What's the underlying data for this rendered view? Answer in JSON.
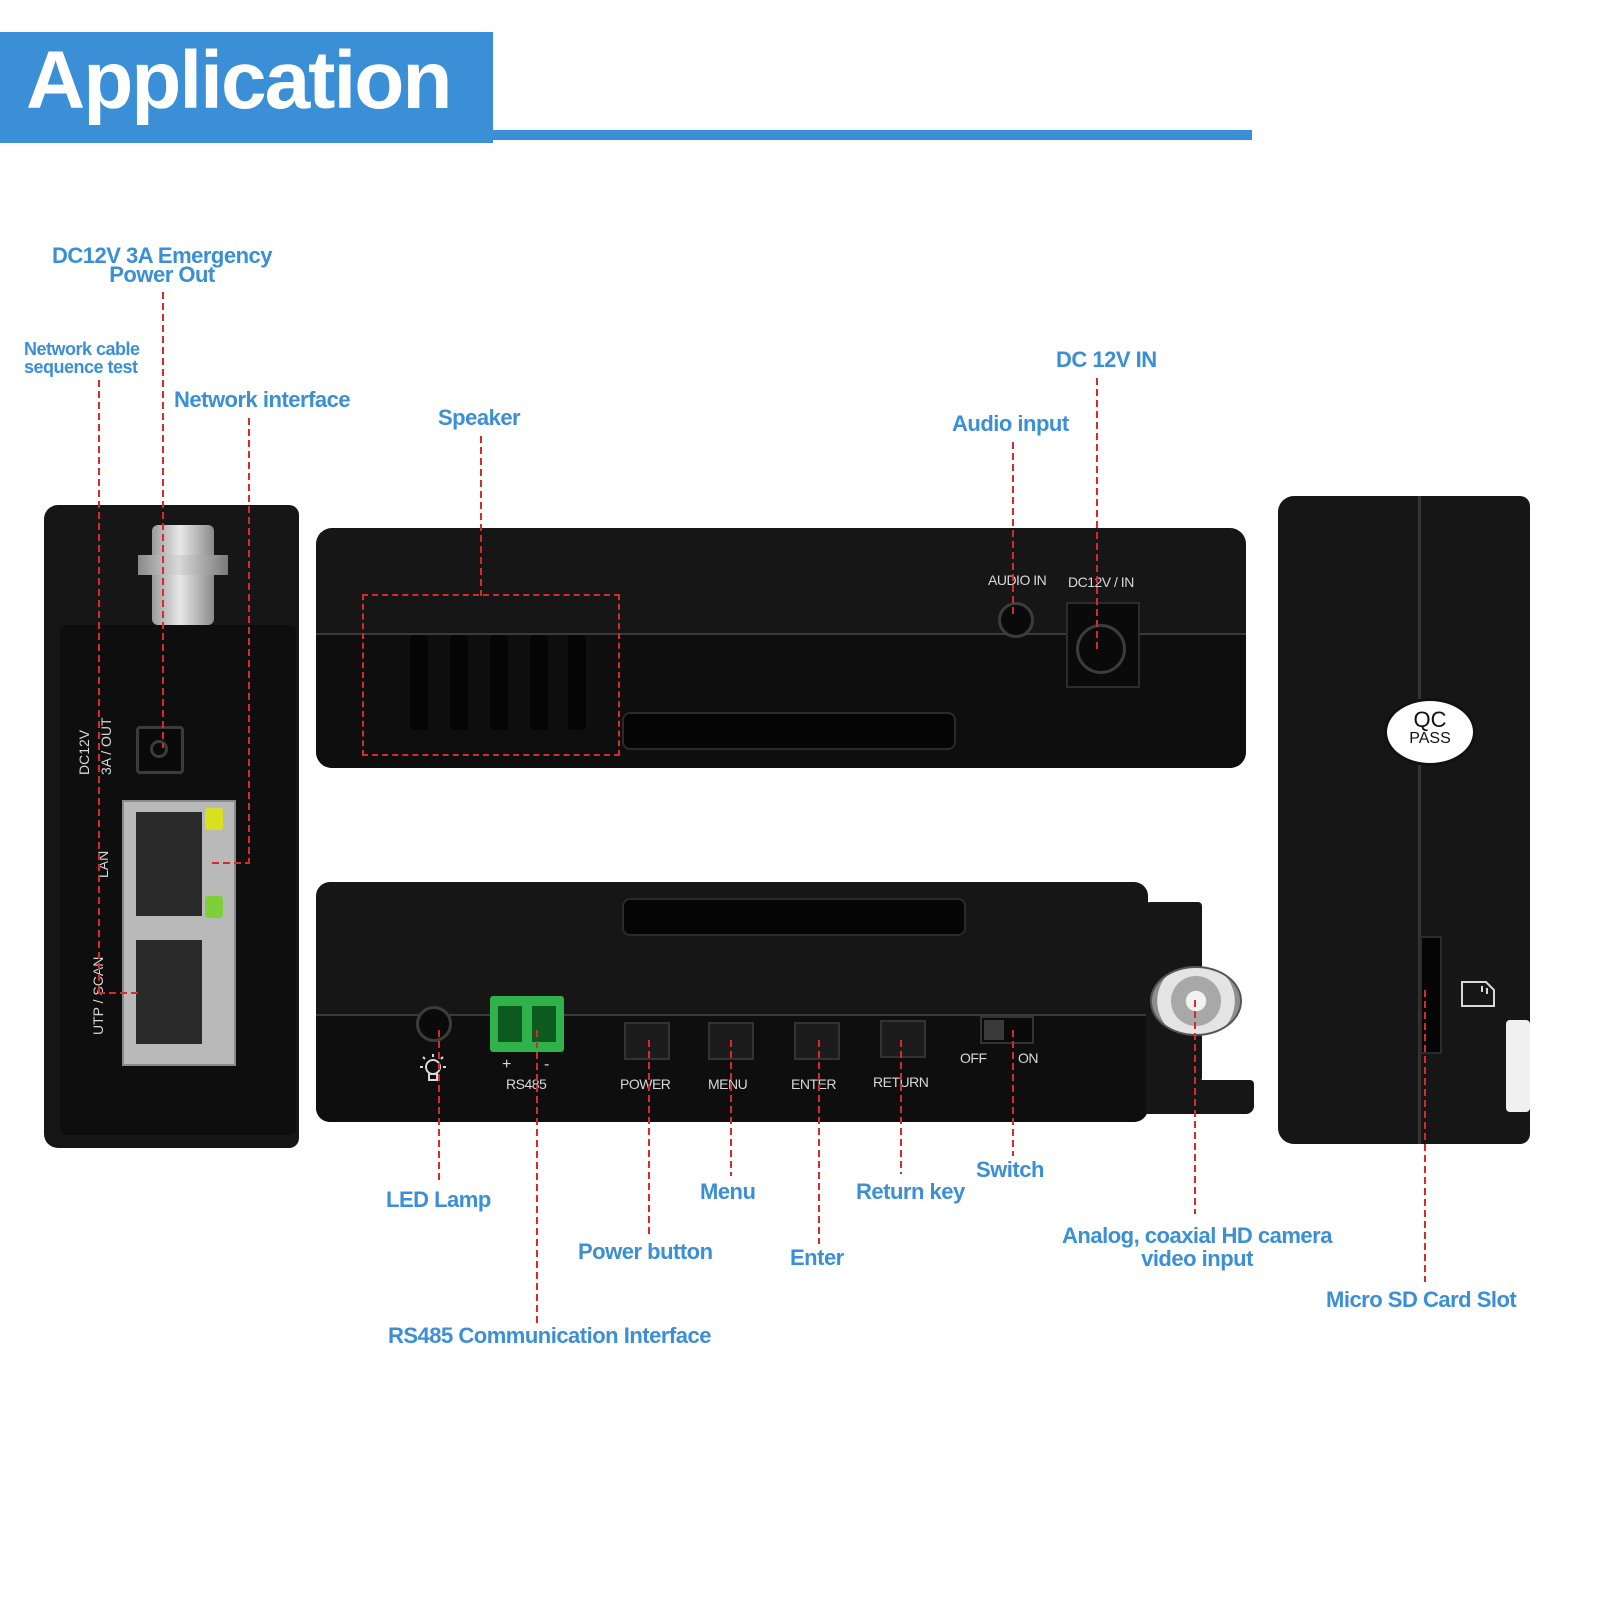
{
  "header": {
    "title": "Application"
  },
  "callouts": {
    "dc12v_out_line1": "DC12V 3A Emergency",
    "dc12v_out_line2": "Power Out",
    "cable_test_line1": "Network cable",
    "cable_test_line2": "sequence test",
    "network_interface": "Network interface",
    "speaker": "Speaker",
    "dc12v_in": "DC 12V IN",
    "audio_input": "Audio input",
    "led_lamp": "LED Lamp",
    "menu": "Menu",
    "power_button": "Power button",
    "enter": "Enter",
    "return_key": "Return key",
    "switch": "Switch",
    "analog_line1": "Analog, coaxial HD camera",
    "analog_line2": "video input",
    "micro_sd": "Micro SD Card Slot",
    "rs485": "RS485 Communication Interface"
  },
  "device_labels": {
    "audio_in": "AUDIO IN",
    "dc12v_in": "DC12V / IN",
    "dc12v_side": "DC12V",
    "out_side": "3A / OUT",
    "lan": "LAN",
    "utp_scan": "UTP / SCAN",
    "rs485_plus": "+",
    "rs485_minus": "-",
    "rs485": "RS485",
    "power": "POWER",
    "menu": "MENU",
    "enter": "ENTER",
    "return": "RETURN",
    "off": "OFF",
    "on": "ON",
    "qc_line1": "QC",
    "qc_line2": "PASS"
  },
  "colors": {
    "accent": "#3a8fd6",
    "leader": "#d42b2b",
    "device": "#161616"
  }
}
